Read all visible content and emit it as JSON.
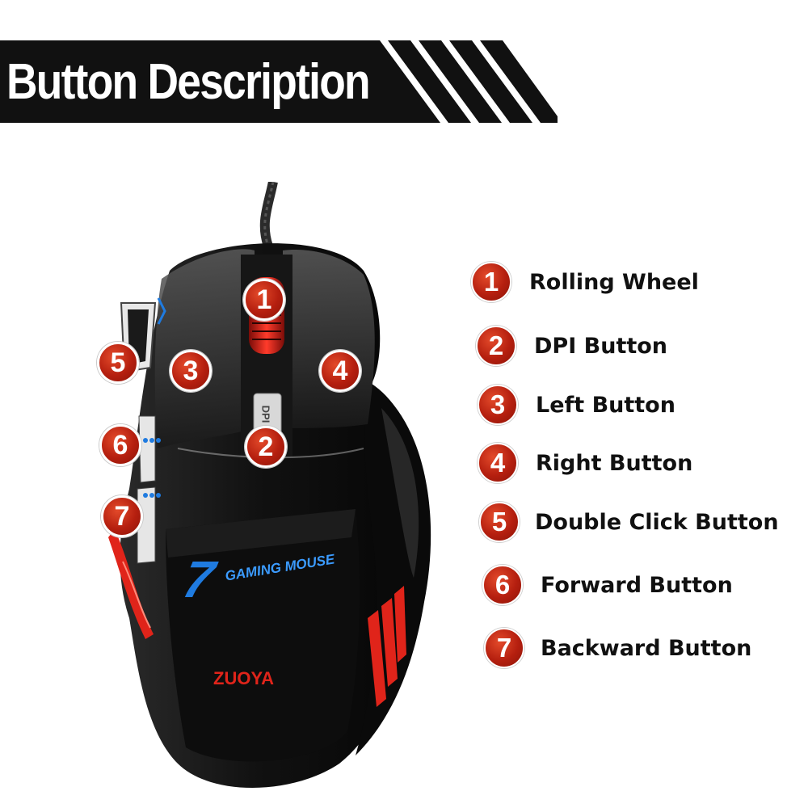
{
  "banner": {
    "title": "Button Description",
    "background": "#111111"
  },
  "mouse": {
    "brand": "ZUOYA",
    "model_text": "GAMING MOUSE",
    "model_number": "7",
    "dpi_label": "DPI",
    "callouts": [
      "1",
      "2",
      "3",
      "4",
      "5",
      "6",
      "7"
    ],
    "colors": {
      "body": "#141414",
      "accent_red": "#e0241a",
      "accent_blue": "#1f7be0"
    }
  },
  "legend": {
    "items": [
      {
        "number": "1",
        "label": "Rolling Wheel"
      },
      {
        "number": "2",
        "label": "DPI Button"
      },
      {
        "number": "3",
        "label": "Left Button"
      },
      {
        "number": "4",
        "label": "Right Button"
      },
      {
        "number": "5",
        "label": "Double Click Button"
      },
      {
        "number": "6",
        "label": "Forward Button"
      },
      {
        "number": "7",
        "label": "Backward Button"
      }
    ],
    "badge_color": "#b51f0f"
  }
}
